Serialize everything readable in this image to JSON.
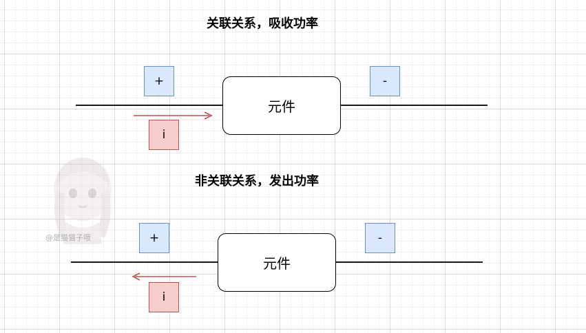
{
  "diagram_1": {
    "title": "关联关系，吸收功率",
    "component_label": "元件",
    "plus_label": "+",
    "minus_label": "-",
    "current_label": "i",
    "arrow_direction": "right"
  },
  "diagram_2": {
    "title": "非关联关系，发出功率",
    "component_label": "元件",
    "plus_label": "+",
    "minus_label": "-",
    "current_label": "i",
    "arrow_direction": "left"
  },
  "watermark": {
    "text": "@是猫猫子哦"
  },
  "colors": {
    "wire": "#1a1a1a",
    "sign_fill": "#dae8fc",
    "sign_stroke": "#6c8ebf",
    "current_fill": "#f8cecc",
    "current_stroke": "#b85450",
    "arrow": "#b85450"
  }
}
